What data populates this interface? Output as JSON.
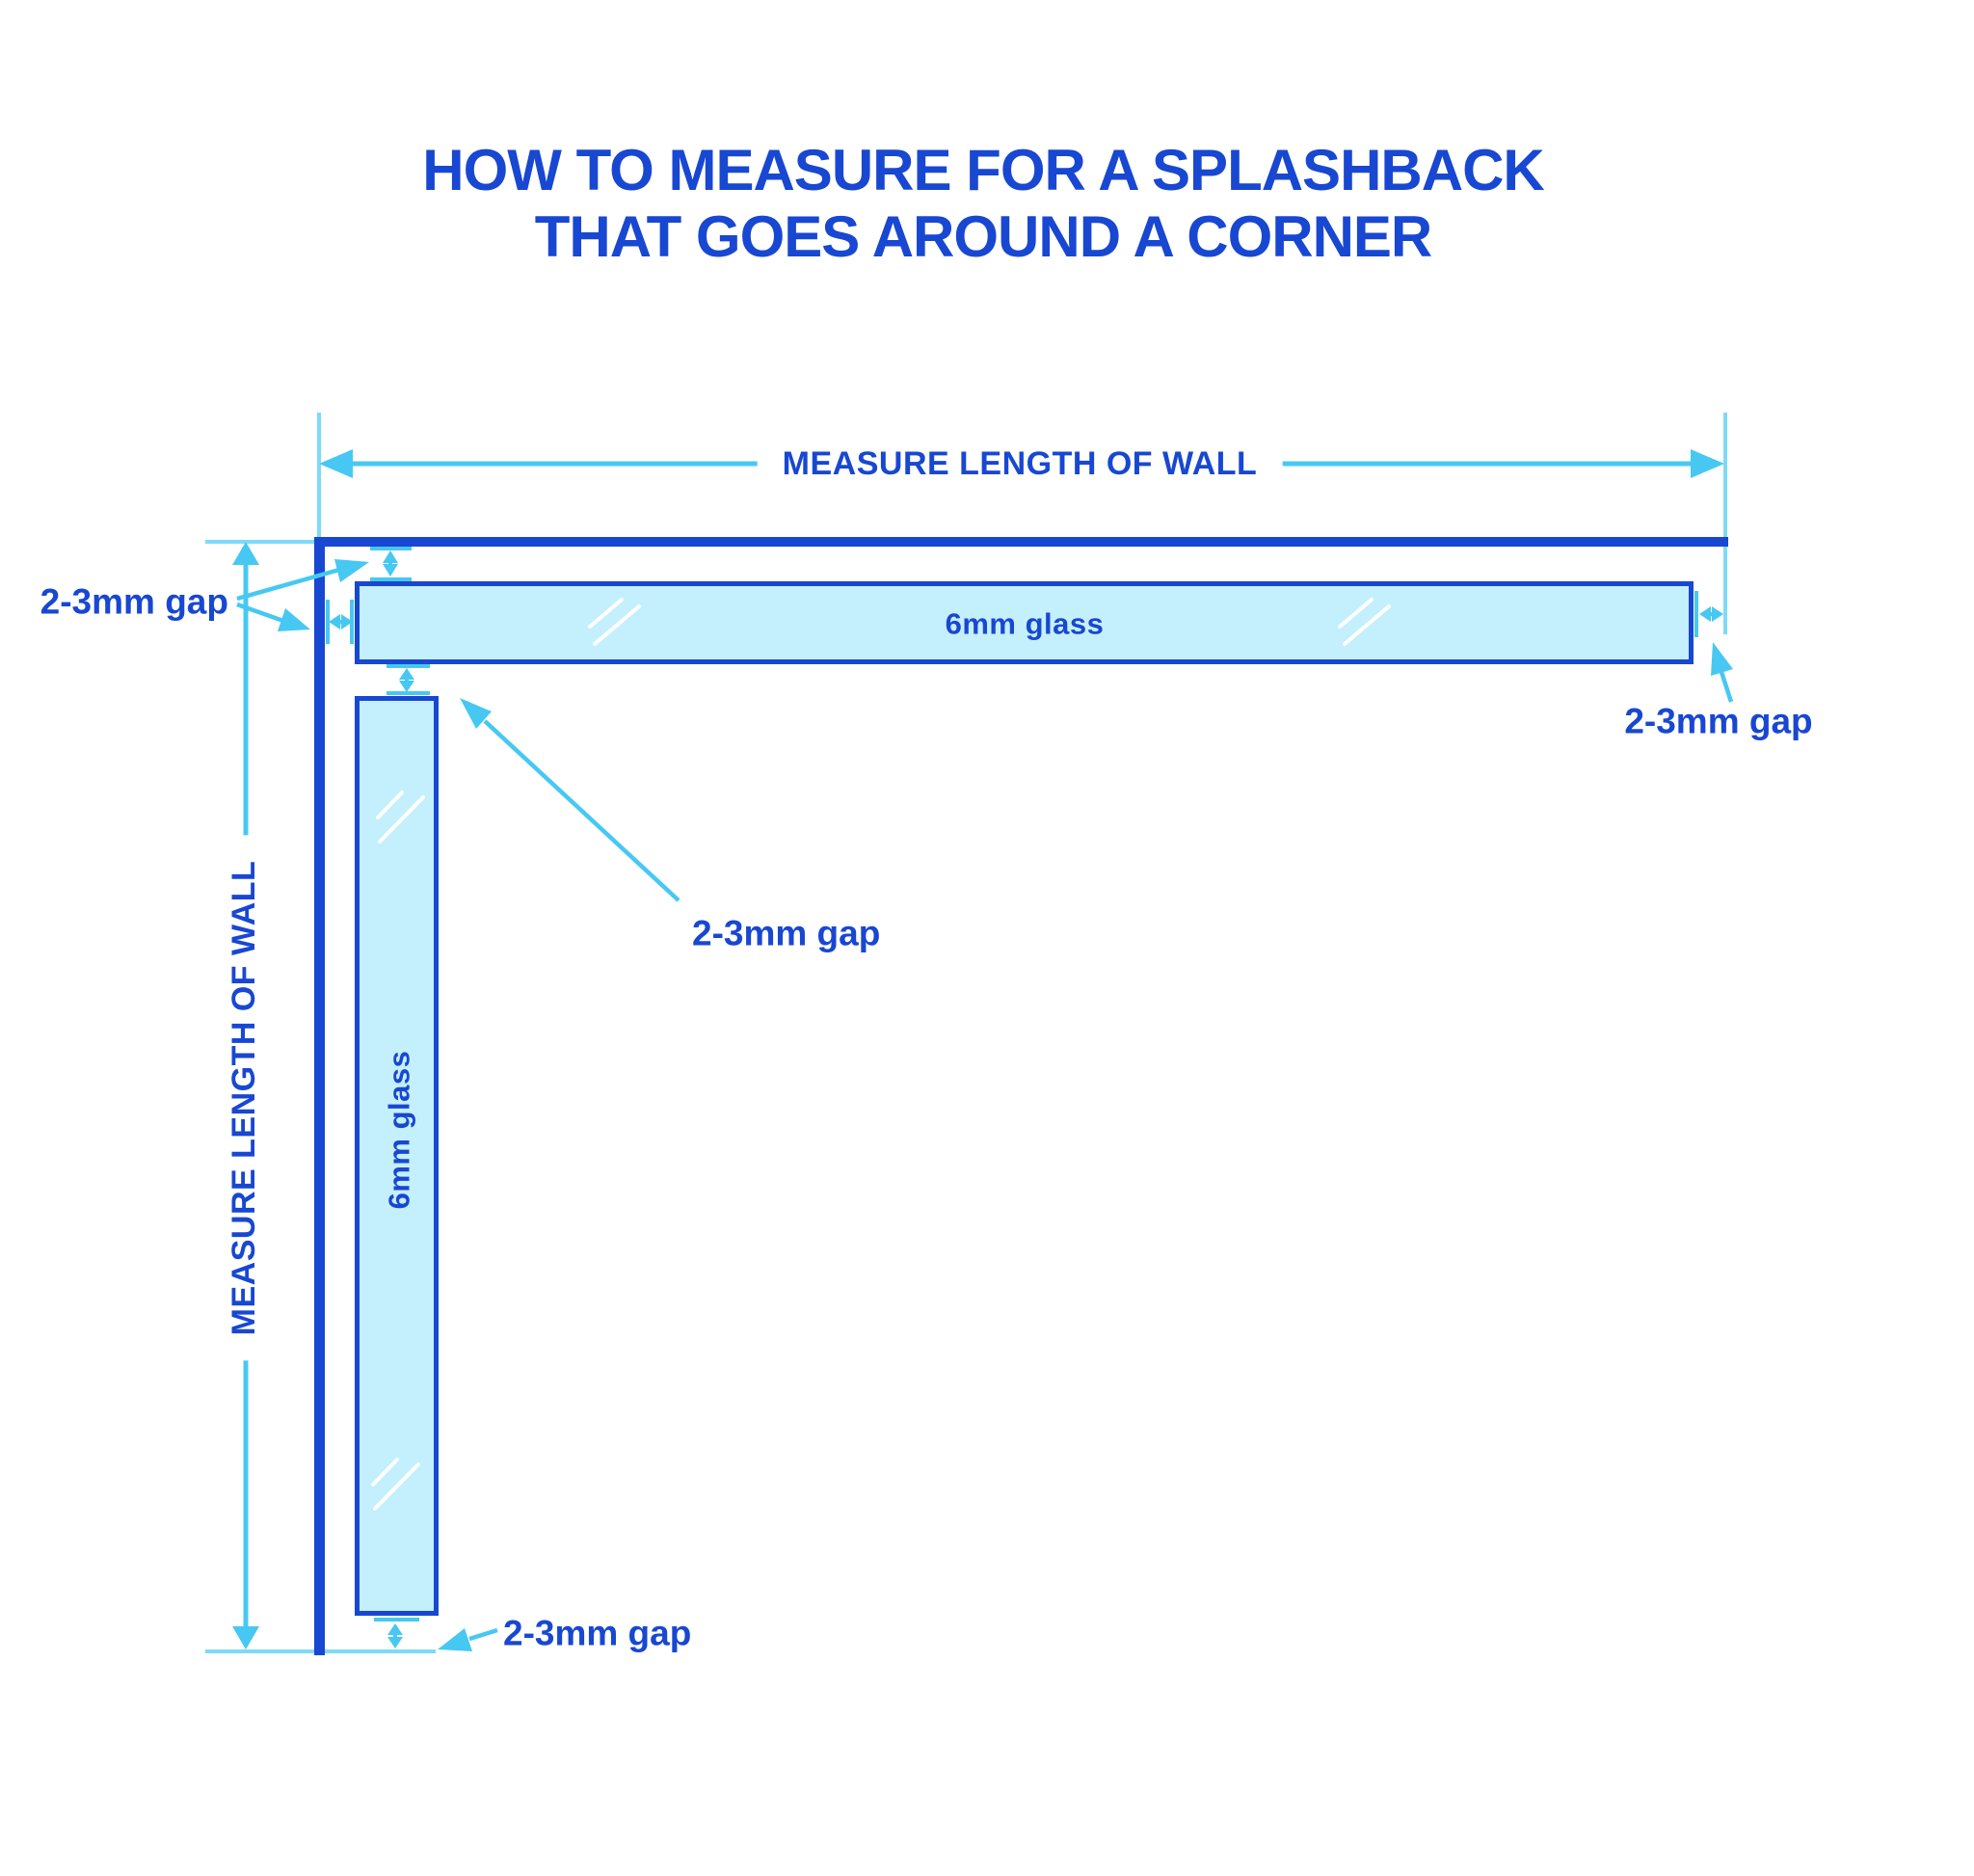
{
  "colors": {
    "blue": "#1847d2",
    "cyan": "#47c8f3",
    "cyan_light": "#7edaf7",
    "glass_fill": "#c4effc",
    "white": "#ffffff"
  },
  "title": {
    "line1": "HOW TO MEASURE FOR A SPLASHBACK",
    "line2": "THAT GOES AROUND A CORNER"
  },
  "dimensions": {
    "top": {
      "label": "MEASURE LENGTH OF WALL"
    },
    "left": {
      "label": "MEASURE LENGTH OF WALL"
    }
  },
  "panels": {
    "horizontal": {
      "label": "6mm glass",
      "thickness": "6mm"
    },
    "vertical": {
      "label": "6mm glass",
      "thickness": "6mm"
    }
  },
  "gaps": {
    "left": {
      "label": "2-3mm gap"
    },
    "right": {
      "label": "2-3mm gap"
    },
    "corner": {
      "label": "2-3mm gap"
    },
    "bottom": {
      "label": "2-3mm gap"
    }
  }
}
